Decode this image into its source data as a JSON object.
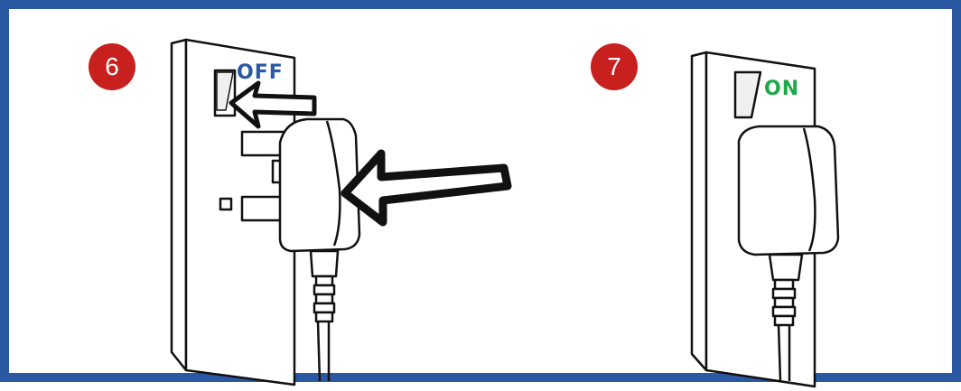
{
  "colors": {
    "frame": "#2b58a3",
    "badge": "#c8201e",
    "off_text": "#2b58a3",
    "on_text": "#1fa84a"
  },
  "step6": {
    "number": "6",
    "switch_label": "OFF"
  },
  "step7": {
    "number": "7",
    "switch_label": "ON"
  }
}
